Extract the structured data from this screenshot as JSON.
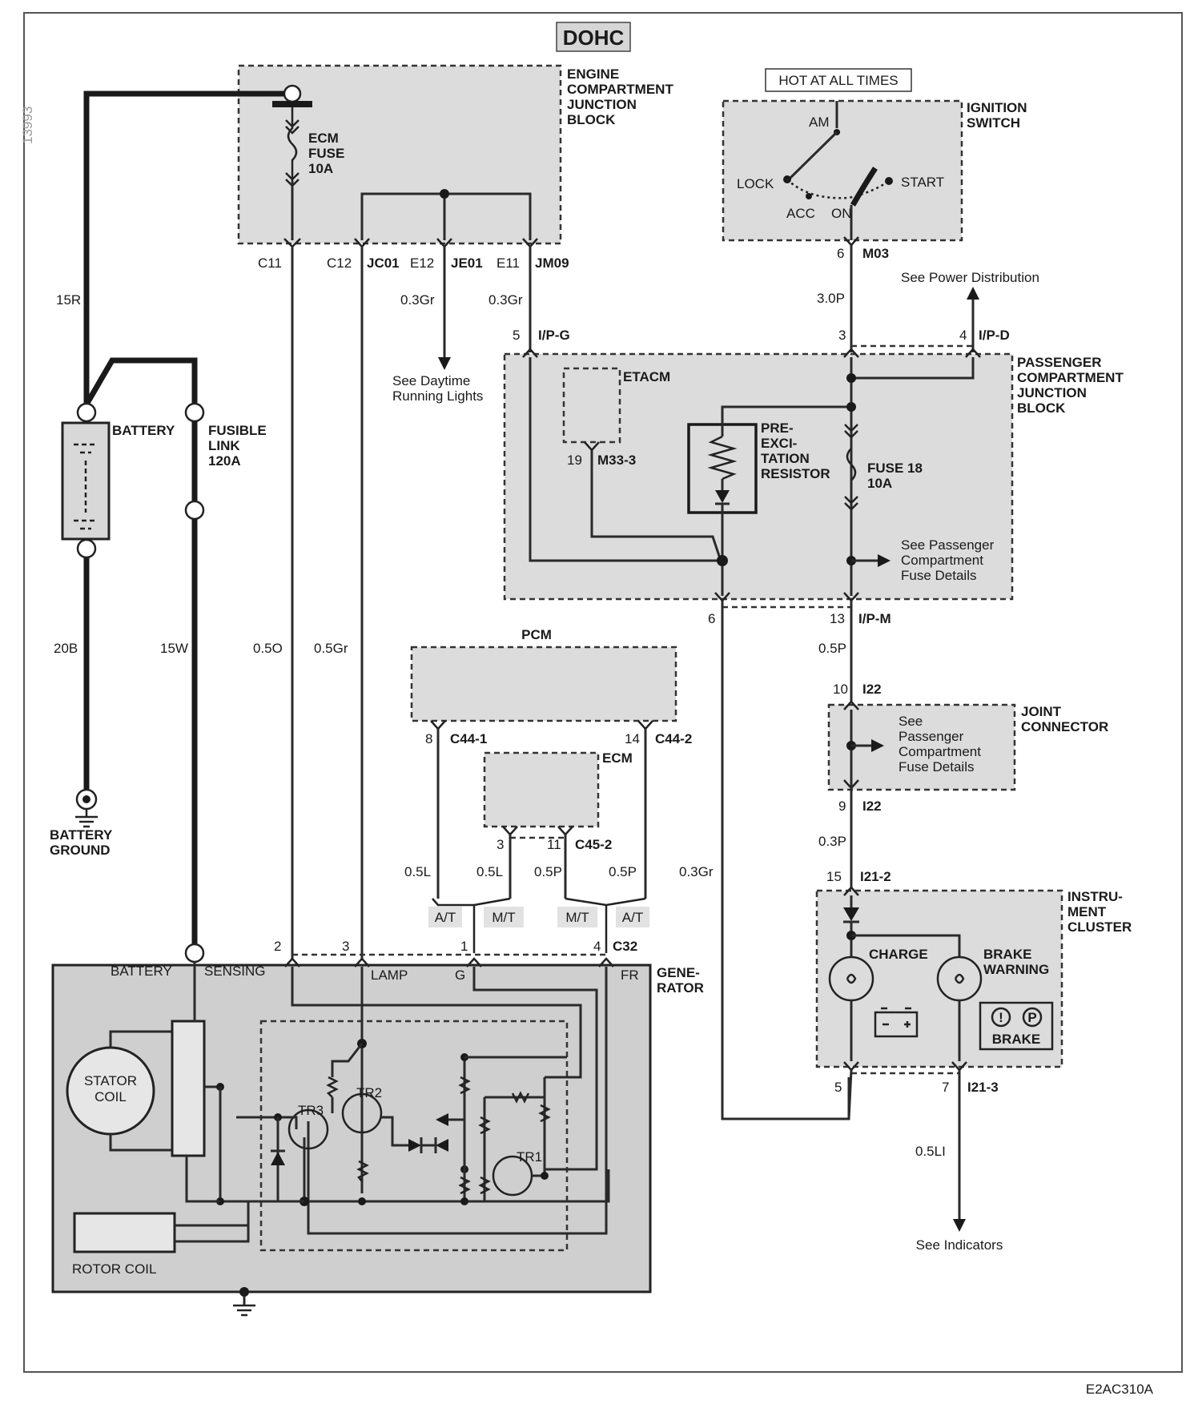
{
  "title": "DOHC",
  "hot_label": "HOT AT ALL TIMES",
  "figure_code": "E2AC310A",
  "side_note": "13993",
  "engine_junction_block": {
    "label": [
      "ENGINE",
      "COMPARTMENT",
      "JUNCTION",
      "BLOCK"
    ],
    "fuse": [
      "ECM",
      "FUSE",
      "10A"
    ],
    "pins": [
      "C11",
      "C12",
      "E12",
      "E11"
    ],
    "connectors": [
      "JC01",
      "JE01",
      "JM09"
    ]
  },
  "ignition_switch": {
    "label": [
      "IGNITION",
      "SWITCH"
    ],
    "positions": [
      "AM",
      "LOCK",
      "START",
      "ACC",
      "ON"
    ],
    "pin": "6",
    "connector": "M03"
  },
  "see_power_distribution": "See Power Distribution",
  "passenger_junction_block": {
    "label": [
      "PASSENGER",
      "COMPARTMENT",
      "JUNCTION",
      "BLOCK"
    ],
    "etacm": "ETACM",
    "etacm_pin": "19",
    "etacm_connector": "M33-3",
    "resistor": [
      "PRE-",
      "EXCI-",
      "TATION",
      "RESISTOR"
    ],
    "fuse": [
      "FUSE 18",
      "10A"
    ],
    "see_fuse": [
      "See Passenger",
      "Compartment",
      "Fuse Details"
    ],
    "pin_ipg": "5",
    "conn_ipg": "I/P-G",
    "pin_3": "3",
    "pin_ipd": "4",
    "conn_ipd": "I/P-D",
    "pin_6": "6",
    "pin_13": "13",
    "conn_ipm": "I/P-M"
  },
  "wires": {
    "w15R": "15R",
    "w20B": "20B",
    "w15W": "15W",
    "w05O": "0.5O",
    "w05Gr": "0.5Gr",
    "w03Gr_a": "0.3Gr",
    "w03Gr_b": "0.3Gr",
    "w30P": "3.0P",
    "w05P_a": "0.5P",
    "w03P": "0.3P",
    "w05L_a": "0.5L",
    "w05L_b": "0.5L",
    "w05P_b": "0.5P",
    "w05P_c": "0.5P",
    "w03Gr_c": "0.3Gr",
    "w05Ll": "0.5LI"
  },
  "see_daytime": [
    "See Daytime",
    "Running Lights"
  ],
  "battery": "BATTERY",
  "fusible_link": [
    "FUSIBLE",
    "LINK",
    "120A"
  ],
  "battery_ground": [
    "BATTERY",
    "GROUND"
  ],
  "pcm": {
    "label": "PCM",
    "pin_8": "8",
    "conn_8": "C44-1",
    "pin_14": "14",
    "conn_14": "C44-2"
  },
  "ecm": {
    "label": "ECM",
    "pin_3": "3",
    "pin_11": "11",
    "conn": "C45-2"
  },
  "transmission_tags": [
    "A/T",
    "M/T",
    "M/T",
    "A/T"
  ],
  "joint_connector": {
    "label": [
      "JOINT",
      "CONNECTOR"
    ],
    "see": [
      "See",
      "Passenger",
      "Compartment",
      "Fuse Details"
    ],
    "pin_10": "10",
    "conn_top": "I22",
    "pin_9": "9",
    "conn_bottom": "I22"
  },
  "instrument_cluster": {
    "label": [
      "INSTRU-",
      "MENT",
      "CLUSTER"
    ],
    "charge": "CHARGE",
    "brake_warning": [
      "BRAKE",
      "WARNING"
    ],
    "brake_text": "BRAKE",
    "pin_15": "15",
    "conn_15": "I21-2",
    "pin_5": "5",
    "pin_7": "7",
    "conn_7": "I21-3"
  },
  "see_indicators": "See Indicators",
  "generator": {
    "label": [
      "GENE-",
      "RATOR"
    ],
    "terminals": [
      "BATTERY",
      "SENSING",
      "LAMP",
      "G",
      "FR"
    ],
    "pins": [
      "2",
      "3",
      "1",
      "4"
    ],
    "connector": "C32",
    "stator": [
      "STATOR",
      "COIL"
    ],
    "rotor": "ROTOR COIL",
    "tr1": "TR1",
    "tr2": "TR2",
    "tr3": "TR3"
  }
}
